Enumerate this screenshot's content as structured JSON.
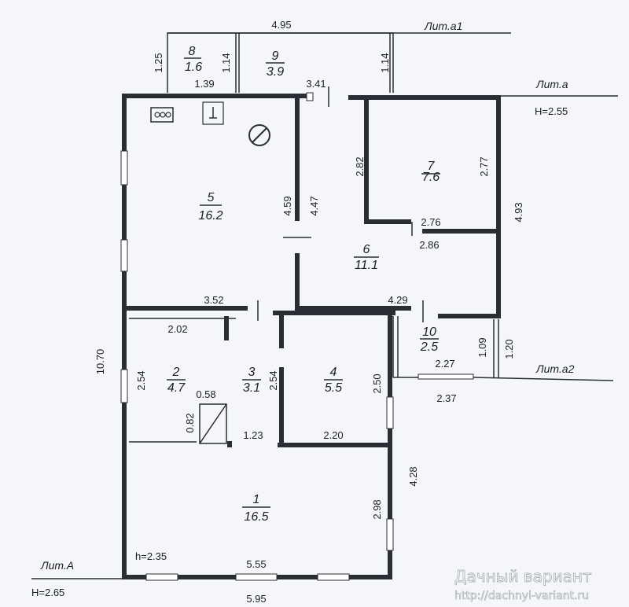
{
  "labels": {
    "lit_a1": "Лит.а1",
    "lit_a": "Лит.а",
    "lit_a2": "Лит.а2",
    "lit_A": "Лит.А",
    "height_a": "H=2.55",
    "height_A": "H=2.65",
    "h_room1": "h=2.35"
  },
  "rooms": [
    {
      "num": "1",
      "area": "16.5"
    },
    {
      "num": "2",
      "area": "4.7"
    },
    {
      "num": "3",
      "area": "3.1"
    },
    {
      "num": "4",
      "area": "5.5"
    },
    {
      "num": "5",
      "area": "16.2"
    },
    {
      "num": "6",
      "area": "11.1"
    },
    {
      "num": "7",
      "area": "7.6"
    },
    {
      "num": "8",
      "area": "1.6"
    },
    {
      "num": "9",
      "area": "3.9"
    },
    {
      "num": "10",
      "area": "2.5"
    }
  ],
  "dims": {
    "top_495": "4.95",
    "v_125": "1.25",
    "v_114a": "1.14",
    "v_114b": "1.14",
    "h_139": "1.39",
    "h_341": "3.41",
    "v_282": "2.82",
    "v_277": "2.77",
    "v_493": "4.93",
    "v_459": "4.59",
    "v_447": "4.47",
    "h_276": "2.76",
    "h_286": "2.86",
    "h_352": "3.52",
    "h_429": "4.29",
    "h_202": "2.02",
    "v_254a": "2.54",
    "v_254b": "2.54",
    "v_250": "2.50",
    "v_109": "1.09",
    "v_120": "1.20",
    "h_227": "2.27",
    "h_237": "2.37",
    "v_1070": "10.70",
    "h_058": "0.58",
    "v_082": "0.82",
    "h_123": "1.23",
    "h_220": "2.20",
    "v_428": "4.28",
    "v_298": "2.98",
    "h_555": "5.55",
    "h_595": "5.95"
  },
  "watermark": {
    "title": "Дачный вариант",
    "url": "http://dachnyi-variant.ru"
  },
  "colors": {
    "ink": "#2a2d33",
    "paper": "#f4f6fa"
  }
}
